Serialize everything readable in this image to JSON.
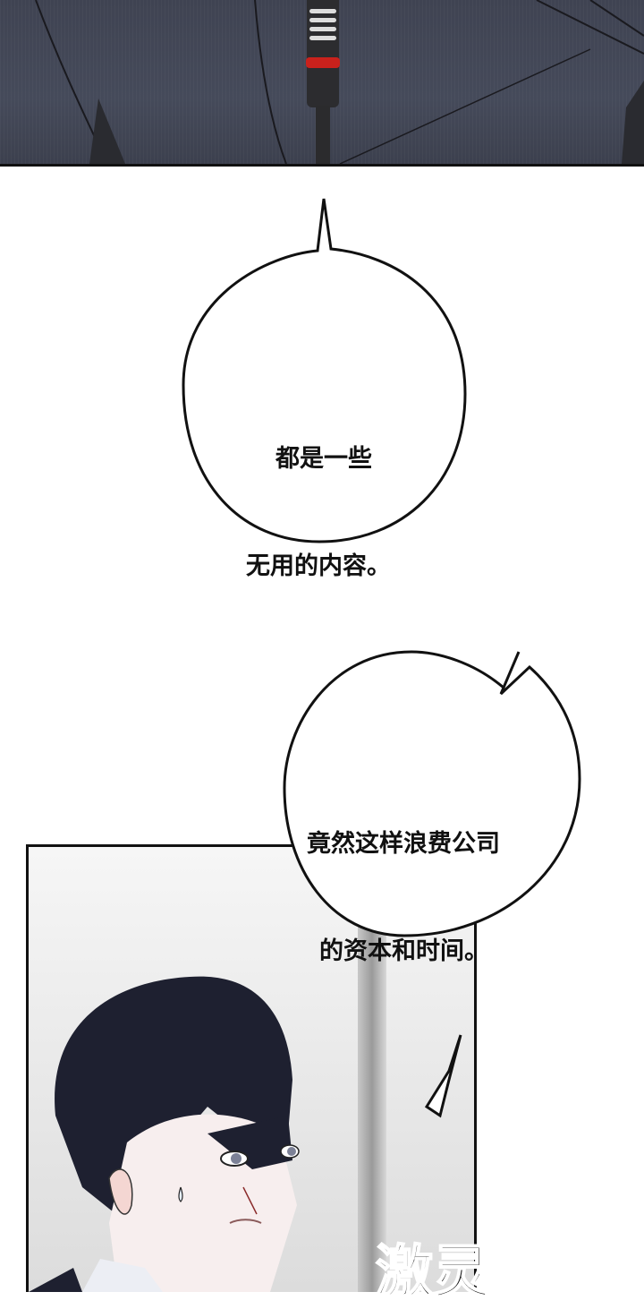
{
  "comic": {
    "panels": [
      {
        "id": "top-panel",
        "description": "dark suit with microphone"
      },
      {
        "id": "bottom-panel",
        "description": "dark-haired man in suit looking sideways with sweat drop"
      }
    ],
    "bubbles": [
      {
        "id": "bubble-1",
        "lines": [
          "都是一些",
          "无用的内容。"
        ]
      },
      {
        "id": "bubble-2",
        "lines": [
          "竟然这样浪费公司",
          "的资本和时间。"
        ]
      }
    ],
    "sfx": "激灵",
    "colors": {
      "suit": "#434756",
      "mic_ring": "#c9211c",
      "hair": "#1e2030",
      "outline": "#111111"
    }
  }
}
